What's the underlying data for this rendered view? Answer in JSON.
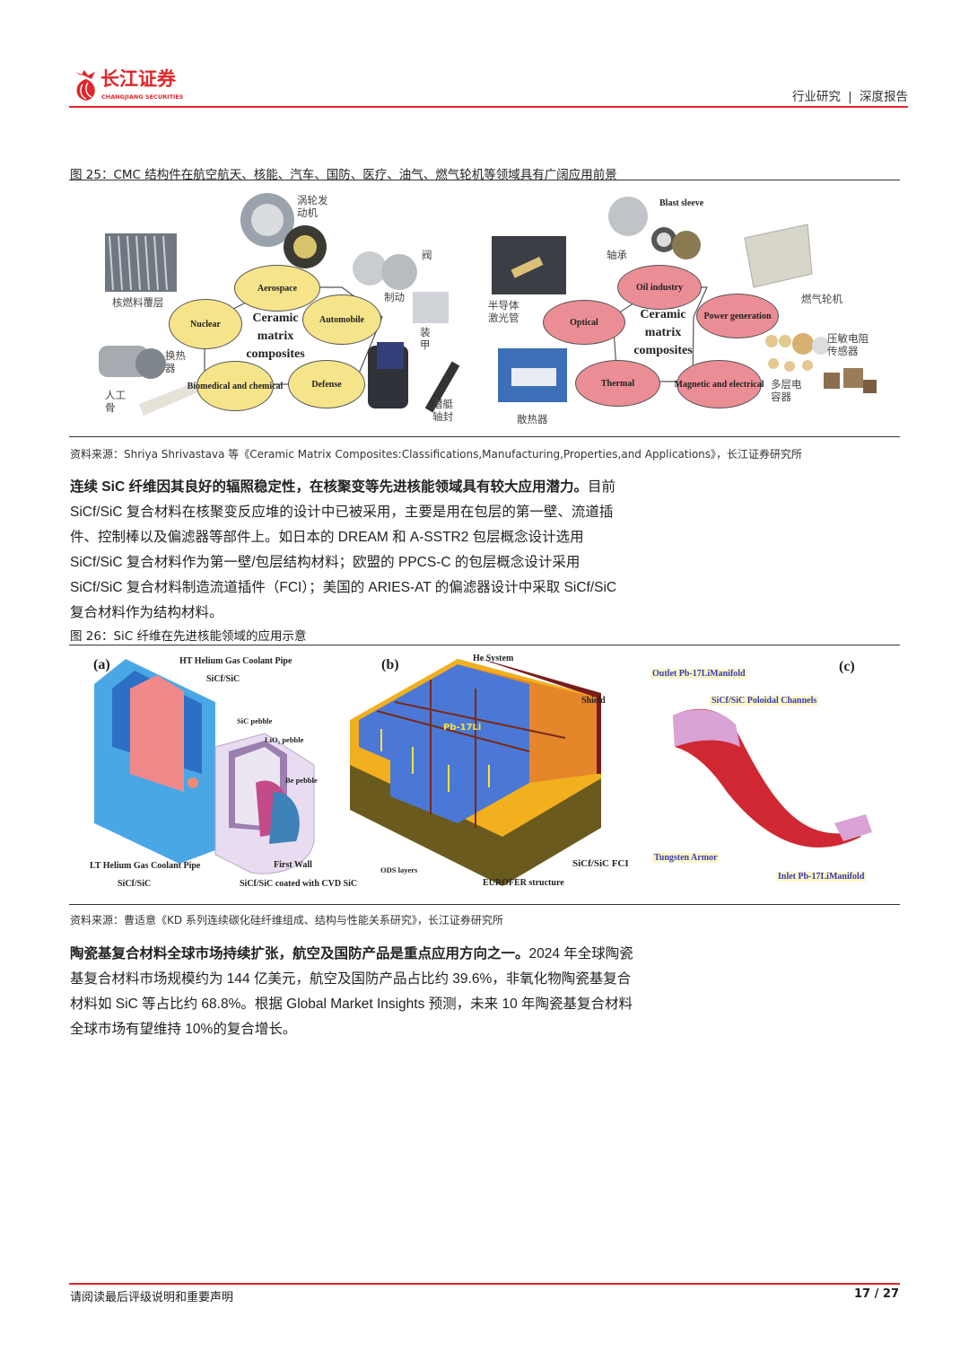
{
  "header": {
    "logo_cn": "长江证券",
    "logo_en": "CHANGJIANG SECURITIES",
    "section": "行业研究",
    "separator": "|",
    "report_type": "深度报告",
    "accent_color": "#e0262b"
  },
  "figure25": {
    "caption": "图 25：CMC 结构件在航空航天、核能、汽车、国防、医疗、油气、燃气轮机等领域具有广阔应用前景",
    "left": {
      "center": "Ceramic matrix composites",
      "nodes": [
        "Aerospace",
        "Automobile",
        "Nuclear",
        "Biomedical and chemical",
        "Defense"
      ],
      "labels": {
        "turbine": "涡轮发动机",
        "cladding": "核燃料覆层",
        "valve": "阀",
        "brake": "制动",
        "armor": "装甲",
        "heat_exchanger": "换热器",
        "bone": "人工骨",
        "seal": "潜艇轴封"
      }
    },
    "right": {
      "center": "Ceramic matrix composites",
      "nodes": [
        "Oil industry",
        "Power generation",
        "Optical",
        "Thermal",
        "Magnetic and electrical"
      ],
      "labels": {
        "blast_sleeve": "Blast sleeve",
        "bearing": "轴承",
        "laser": "半导体激光管",
        "gas_turbine": "燃气轮机",
        "sensor": "压敏电阻传感器",
        "capacitor": "多层电容器",
        "heatsink": "散热器"
      }
    },
    "source": "资料来源：Shriya Shrivastava 等《Ceramic Matrix Composites:Classifications,Manufacturing,Properties,and Applications》，长江证券研究所"
  },
  "paragraph1": {
    "bold": "连续 SiC 纤维因其良好的辐照稳定性，在核聚变等先进核能领域具有较大应用潜力。",
    "text": "目前 SiCf/SiC 复合材料在核聚变反应堆的设计中已被采用，主要是用在包层的第一壁、流道插件、控制棒以及偏滤器等部件上。如日本的 DREAM 和 A-SSTR2 包层概念设计选用 SiCf/SiC 复合材料作为第一壁/包层结构材料；欧盟的 PPCS-C 的包层概念设计采用 SiCf/SiC 复合材料制造流道插件（FCI）；美国的 ARIES-AT 的偏滤器设计中采取 SiCf/SiC 复合材料作为结构材料。"
  },
  "figure26": {
    "caption": "图 26：SiC 纤维在先进核能领域的应用示意",
    "a": {
      "tag": "(a)",
      "ht_pipe": "HT Helium Gas Coolant  Pipe",
      "ht_mat": "SiCf/SiC",
      "sic_pebble": "SiC pebble",
      "lio_pebble": "LiO₂ pebble",
      "be_pebble": "Be pebble",
      "lt_pipe": "LT Helium Gas Coolant  Pipe",
      "lt_mat": "SiCf/SiC",
      "first_wall": "First Wall",
      "fw_mat": "SiCf/SiC coated with CVD SiC"
    },
    "b": {
      "tag": "(b)",
      "he": "He System",
      "shield": "Shield",
      "pb": "Pb-17Li",
      "ods": "ODS layers",
      "eurofer": "EUROFER structure",
      "fci": "SiCf/SiC FCI"
    },
    "c": {
      "tag": "(c)",
      "outlet": "Outlet Pb-17LiManifold",
      "channels": "SiCf/SiC Poloidal Channels",
      "armor": "Tungsten Armor",
      "inlet": "Inlet Pb-17LiManifold"
    },
    "source": "资料来源：曹适意《KD 系列连续碳化硅纤维组成、结构与性能关系研究》，长江证券研究所"
  },
  "paragraph2": {
    "bold": "陶瓷基复合材料全球市场持续扩张，航空及国防产品是重点应用方向之一。",
    "text": "2024 年全球陶瓷基复合材料市场规模约为 144 亿美元，航空及国防产品占比约 39.6%，非氧化物陶瓷基复合材料如 SiC 等占比约 68.8%。根据 Global Market Insights 预测，未来 10 年陶瓷基复合材料全球市场有望维持 10%的复合增长。"
  },
  "footer": {
    "disclaimer": "请阅读最后评级说明和重要声明",
    "page": "17 / 27"
  }
}
